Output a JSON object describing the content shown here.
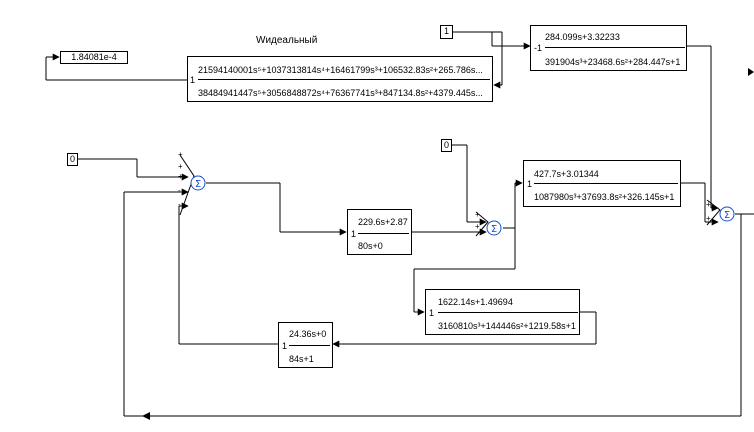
{
  "caption": "Wидеальный",
  "display_value": "1.84081e-4",
  "const_top": "1",
  "const_left": "0",
  "const_mid": "0",
  "tf_ideal": {
    "gain": "1",
    "num": "21594140001s⁵+1037313814s⁴+16461799s³+106532.83s²+265.786s...",
    "den": "38484941447s⁵+3056848872s⁴+76367741s³+847134.8s²+4379.445s..."
  },
  "tf_top_right": {
    "gain": "-1",
    "num": "284.099s+3.32233",
    "den": "391904s³+23468.6s²+284.447s+1"
  },
  "tf_pi": {
    "gain": "1",
    "num": "229.6s+2.87",
    "den": "80s+0"
  },
  "tf_mid_right": {
    "gain": "1",
    "num": "427.7s+3.01344",
    "den": "1087980s³+37693.8s²+326.145s+1"
  },
  "tf_lower": {
    "gain": "1",
    "num": "1622.14s+1.49694",
    "den": "3160810s³+144446s²+1219.58s+1"
  },
  "tf_feedback": {
    "gain": "1",
    "num": "24.36s+0",
    "den": "84s+1"
  },
  "sum_left_signs": [
    "+",
    "+",
    "+",
    "-",
    "-"
  ],
  "sum_mid_signs": [
    "+",
    "+"
  ],
  "sum_right_signs": [
    "+",
    "+"
  ],
  "colors": {
    "line": "#000000",
    "sum": "#1a4fd0",
    "background": "#ffffff"
  }
}
